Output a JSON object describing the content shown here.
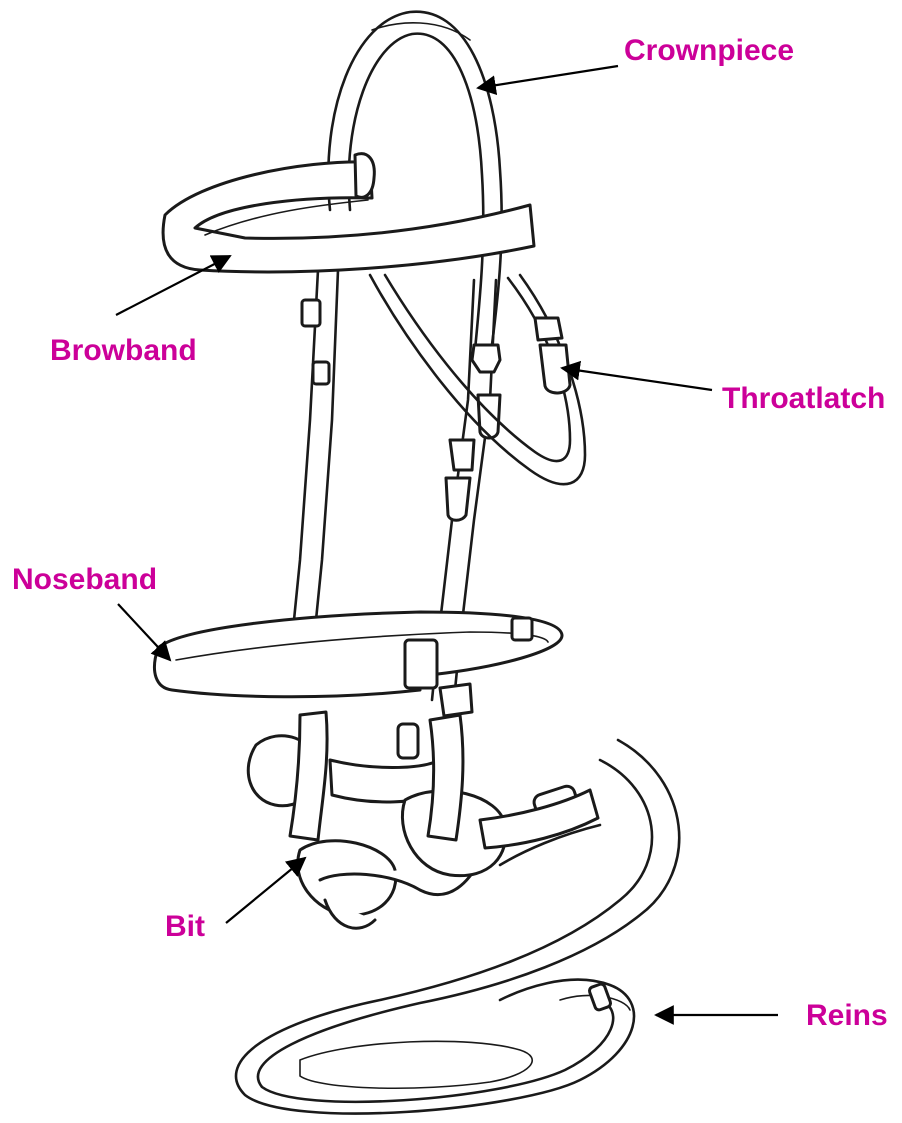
{
  "colors": {
    "label": "#cc0099",
    "ink": "#1a1a1a",
    "background": "#ffffff"
  },
  "labels": {
    "crownpiece": "Crownpiece",
    "browband": "Browband",
    "throatlatch": "Throatlatch",
    "noseband": "Noseband",
    "bit": "Bit",
    "reins": "Reins"
  }
}
